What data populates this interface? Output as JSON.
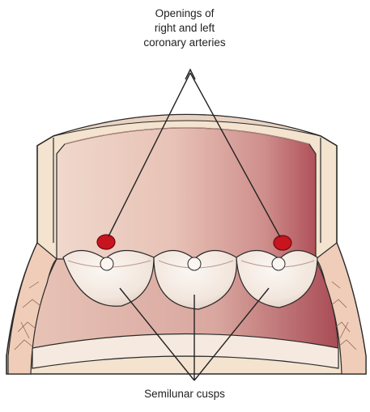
{
  "labels": {
    "coronary_line1": "Openings of",
    "coronary_line2": "right and left",
    "coronary_line3": "coronary arteries",
    "cusps": "Semilunar cusps"
  },
  "colors": {
    "wall_outer": "#f3e3cf",
    "lumen_light": "#ebc9bd",
    "lumen_dark": "#b0515a",
    "opening": "#c8141e",
    "cusp": "#f5ece5",
    "outline": "#2a2a2a"
  }
}
